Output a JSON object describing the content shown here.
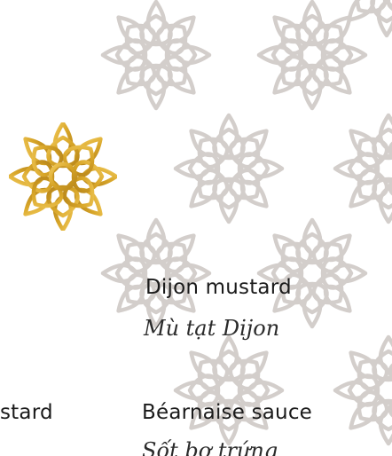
{
  "menu": {
    "items": [
      {
        "name": "Dijon mustard",
        "translation": "Mù tạt Dijon"
      },
      {
        "name": "stard",
        "translation": ""
      },
      {
        "name": "Béarnaise sauce",
        "translation": "Sốt bơ trứng"
      }
    ]
  },
  "colors": {
    "background": "#ffffff",
    "pattern": "#cfc9c6",
    "gold": "#d9a72a",
    "gold_dark": "#b8861a",
    "text": "#1a1a1a"
  },
  "icons": {
    "pattern": "lotus-mandala-icon",
    "highlight": "gold-lotus-mandala-icon"
  }
}
